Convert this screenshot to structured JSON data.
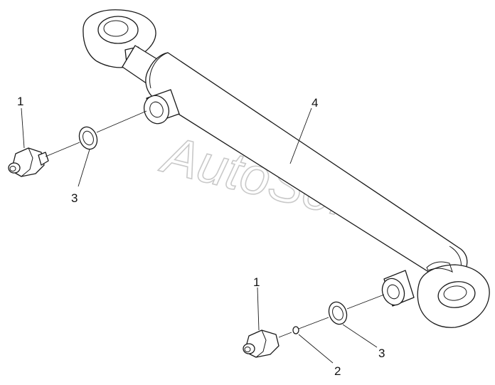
{
  "watermark": "AutoSoft",
  "callouts": {
    "nut_left": "1",
    "washer_left": "3",
    "cylinder": "4",
    "nut_right": "1",
    "small_ring": "2",
    "washer_right": "3"
  }
}
